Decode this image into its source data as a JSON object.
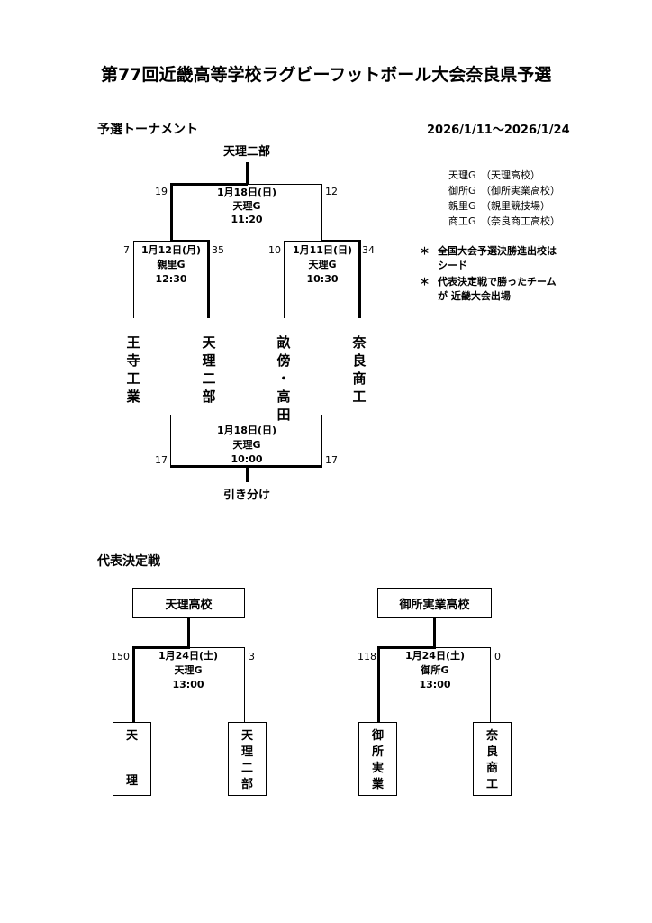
{
  "title": "第77回近畿高等学校ラグビーフットボール大会奈良県予選",
  "prelim": {
    "heading": "予選トーナメント",
    "date_range": "2026/1/11〜2026/1/24",
    "winner": "天理二部",
    "final": {
      "date": "1月18日(日)",
      "venue": "天理G",
      "time": "11:20",
      "score_left": "19",
      "score_right": "12"
    },
    "semi_left": {
      "date": "1月12日(月)",
      "venue": "親里G",
      "time": "12:30",
      "score_left": "7",
      "score_right": "35"
    },
    "semi_right": {
      "date": "1月11日(日)",
      "venue": "天理G",
      "time": "10:30",
      "score_left": "10",
      "score_right": "34"
    },
    "teams": [
      "王寺工業",
      "天理二部",
      "畝傍・高田",
      "奈良商工"
    ],
    "third": {
      "date": "1月18日(日)",
      "venue": "天理G",
      "time": "10:00",
      "score_left": "17",
      "score_right": "17",
      "result": "引き分け"
    }
  },
  "venues_legend": [
    "天理G　（天理高校）",
    "御所G　（御所実業高校）",
    "親里G　（親里競技場）",
    "商工G　（奈良商工高校）"
  ],
  "notes": [
    {
      "mark": "＊",
      "lines": [
        "全国大会予選決勝進出校は",
        "シード"
      ]
    },
    {
      "mark": "＊",
      "lines": [
        "代表決定戦で勝ったチーム",
        "が 近畿大会出場"
      ]
    }
  ],
  "rep": {
    "heading": "代表決定戦",
    "match1": {
      "winner": "天理高校",
      "date": "1月24日(土)",
      "venue": "天理G",
      "time": "13:00",
      "score_left": "150",
      "score_right": "3",
      "team_left": "天　理",
      "team_right": "天理二部"
    },
    "match2": {
      "winner": "御所実業高校",
      "date": "1月24日(土)",
      "venue": "御所G",
      "time": "13:00",
      "score_left": "118",
      "score_right": "0",
      "team_left": "御所実業",
      "team_right": "奈良商工"
    }
  }
}
